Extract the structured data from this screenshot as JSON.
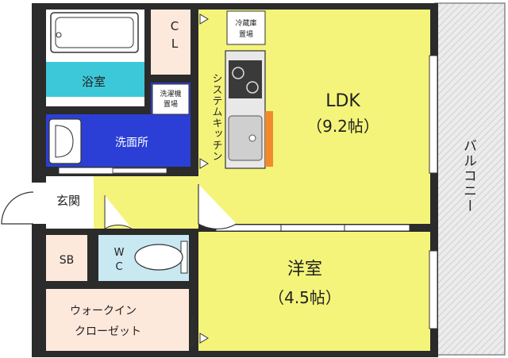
{
  "rooms": {
    "ldk": {
      "name": "LDK",
      "size": "（9.2帖）"
    },
    "western": {
      "name": "洋室",
      "size": "（4.5帖）"
    },
    "bath": {
      "name": "浴室"
    },
    "washroom": {
      "name": "洗面所"
    },
    "entrance": {
      "name": "玄関"
    },
    "closet": {
      "name": "C L"
    },
    "shoebox": {
      "name": "SB"
    },
    "toilet": {
      "name": "W C"
    },
    "walkin": {
      "line1": "ウォークイン",
      "line2": "クローゼット"
    },
    "balcony": {
      "name": "バルコニー"
    }
  },
  "fixtures": {
    "washer": {
      "line1": "洗濯機",
      "line2": "置場"
    },
    "fridge": {
      "line1": "冷蔵庫",
      "line2": "置場"
    },
    "kitchen": {
      "name": "システムキッチン"
    }
  },
  "colors": {
    "living": "#f4f47a",
    "bath": "#3cc8d8",
    "washroom": "#2b3fd6",
    "toilet": "#c8e8f2",
    "storage": "#fde8dc",
    "balcony": "#e6e6e6",
    "wall": "#2b2b2b"
  }
}
